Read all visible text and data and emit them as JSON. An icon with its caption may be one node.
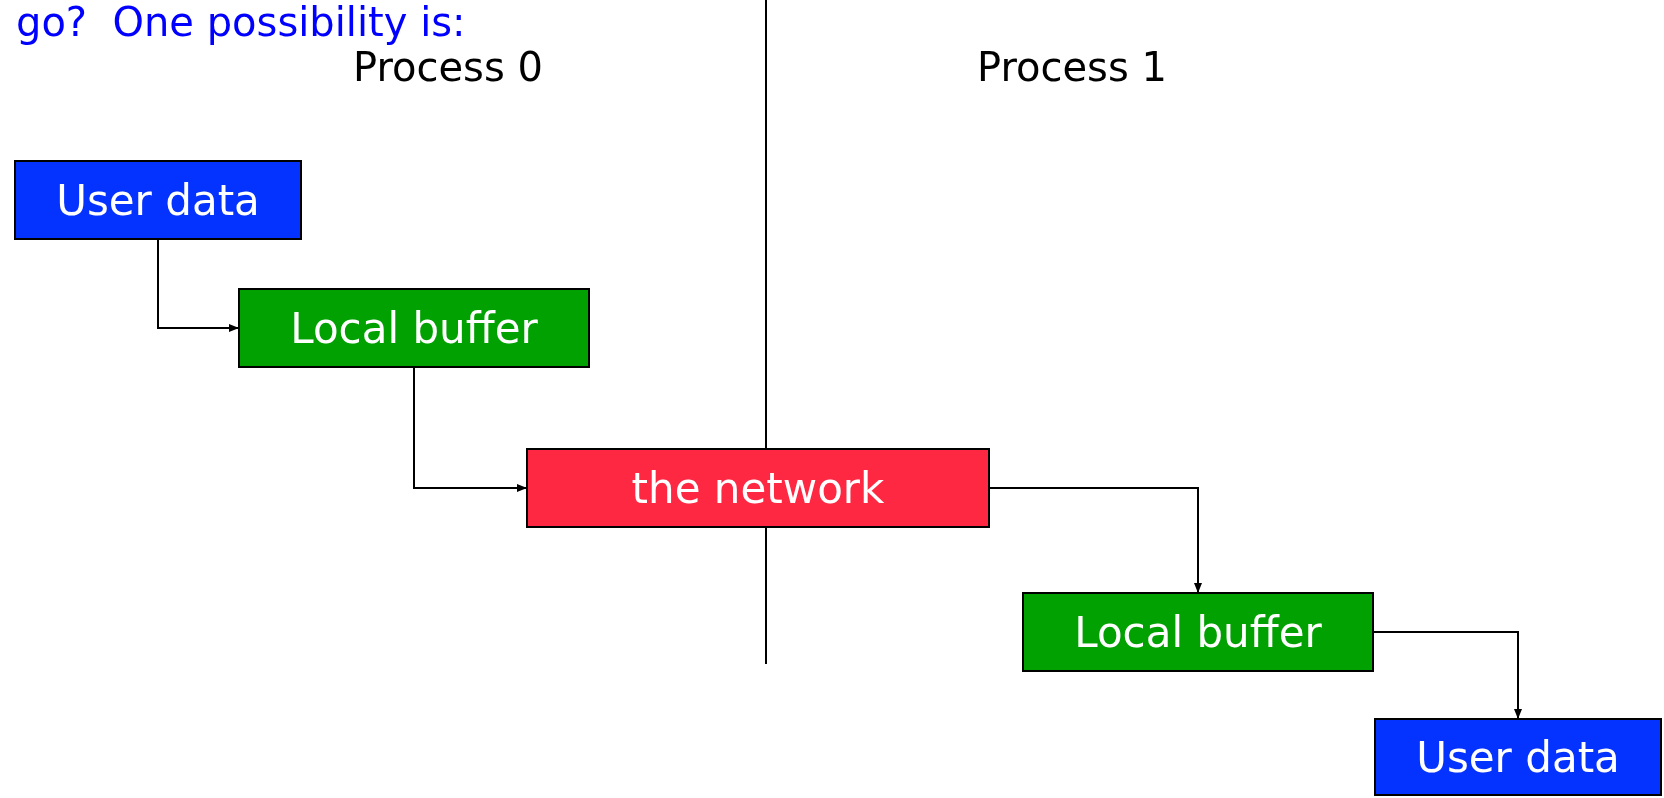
{
  "diagram": {
    "title": "go?  One possibility is:",
    "nodes": [
      {
        "text": [
          "User data"
        ]
      },
      {
        "text": [
          "Local buffer"
        ]
      },
      {
        "text": [
          "the network"
        ]
      },
      {
        "text": [
          "Local buffer"
        ]
      },
      {
        "text": [
          "User data"
        ]
      }
    ],
    "edges": [
      {
        "from": 0,
        "to": 1,
        "arrow": "to"
      },
      {
        "from": 1,
        "to": 2,
        "arrow": "to"
      },
      {
        "from": 2,
        "to": 3,
        "arrow": "to"
      },
      {
        "from": 3,
        "to": 4,
        "arrow": "to"
      }
    ],
    "labels": [
      "Process 0",
      "Process 1"
    ]
  }
}
